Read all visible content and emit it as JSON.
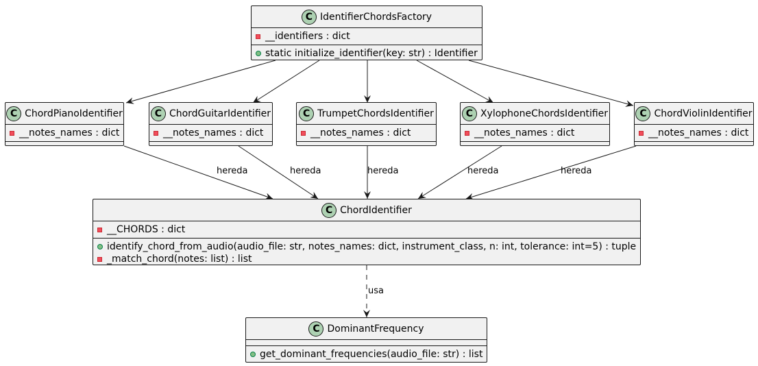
{
  "classes": {
    "factory": {
      "icon": "C",
      "name": "IdentifierChordsFactory",
      "attributes": [
        "__identifiers : dict"
      ],
      "methods": [
        "static initialize_identifier(key: str) : Identifier"
      ]
    },
    "piano": {
      "icon": "C",
      "name": "ChordPianoIdentifier",
      "attributes": [
        "__notes_names : dict"
      ]
    },
    "guitar": {
      "icon": "C",
      "name": "ChordGuitarIdentifier",
      "attributes": [
        "__notes_names : dict"
      ]
    },
    "trumpet": {
      "icon": "C",
      "name": "TrumpetChordsIdentifier",
      "attributes": [
        "__notes_names : dict"
      ]
    },
    "xylophone": {
      "icon": "C",
      "name": "XylophoneChordsIdentifier",
      "attributes": [
        "__notes_names : dict"
      ]
    },
    "violin": {
      "icon": "C",
      "name": "ChordViolinIdentifier",
      "attributes": [
        "__notes_names : dict"
      ]
    },
    "chord": {
      "icon": "C",
      "name": "ChordIdentifier",
      "attributes": [
        "__CHORDS : dict"
      ],
      "methods": [
        "identify_chord_from_audio(audio_file: str, notes_names: dict, instrument_class, n: int, tolerance: int=5) : tuple",
        "_match_chord(notes: list) : list"
      ]
    },
    "dominant": {
      "icon": "C",
      "name": "DominantFrequency",
      "methods": [
        "get_dominant_frequencies(audio_file: str) : list"
      ]
    }
  },
  "edge_labels": {
    "inherits": "hereda",
    "uses": "usa"
  },
  "colors": {
    "class_fill": "#f1f1f1",
    "border": "#181818",
    "class_icon": "#add1b2",
    "private_marker": "#f24d5c",
    "public_marker": "#84be84"
  }
}
